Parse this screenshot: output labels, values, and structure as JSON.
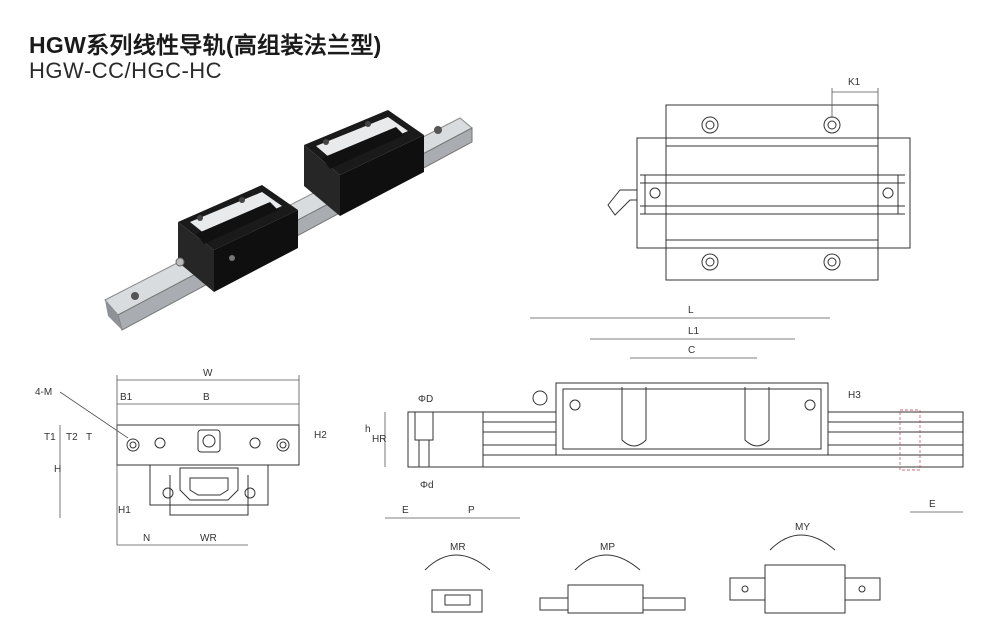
{
  "header": {
    "title": "HGW系列线性导轨(高组装法兰型)",
    "subtitle": "HGW-CC/HGC-HC"
  },
  "labels": {
    "k1": "K1",
    "m4": "4-M",
    "w": "W",
    "b1": "B1",
    "b": "B",
    "t1": "T1",
    "t2": "T2",
    "t": "T",
    "h2": "H2",
    "h": "H",
    "h1": "H1",
    "n": "N",
    "wr": "WR",
    "phiD": "ΦD",
    "hsmall": "h",
    "hr": "HR",
    "phid": "Φd",
    "e_left": "E",
    "p": "P",
    "l": "L",
    "l1": "L1",
    "c": "C",
    "h3": "H3",
    "e_right": "E",
    "mr": "MR",
    "mp": "MP",
    "my": "MY"
  },
  "colors": {
    "line": "#333333",
    "dim": "#555555",
    "dashed": "#c23a5a",
    "block": "#111111",
    "rail": "#c9ccd0"
  }
}
